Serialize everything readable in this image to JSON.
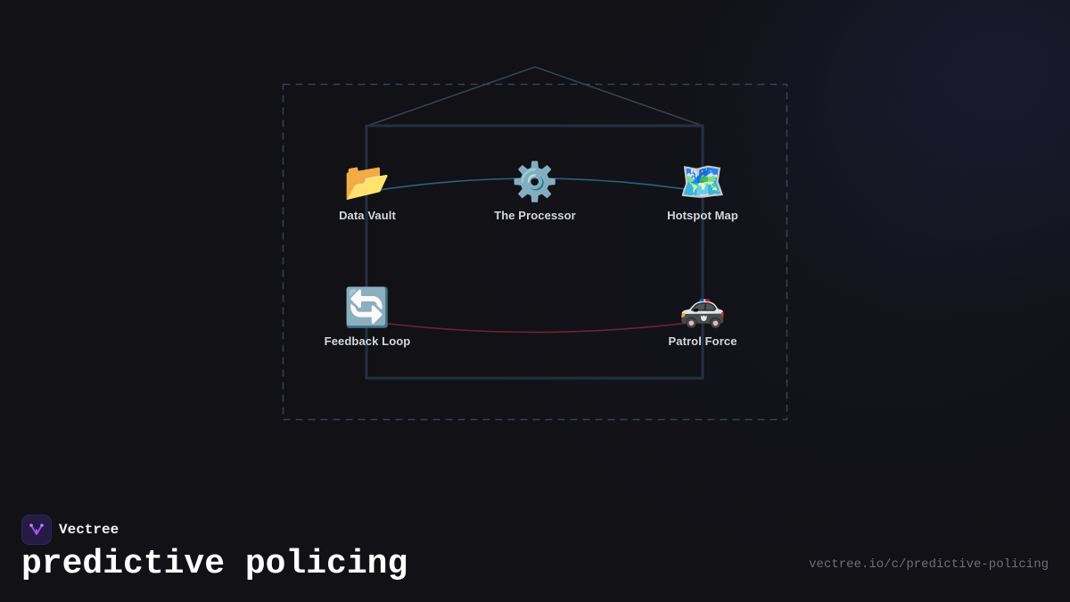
{
  "brand": {
    "name": "Vectree",
    "logo_icon": "vectree-branch-icon",
    "logo_color": "#a855f7"
  },
  "page": {
    "title": "predictive policing",
    "url": "vectree.io/c/predictive-policing"
  },
  "diagram": {
    "nodes": [
      {
        "id": "data-vault",
        "label": "Data Vault",
        "icon": "open-folder-icon",
        "emoji": "📂"
      },
      {
        "id": "processor",
        "label": "The Processor",
        "icon": "gear-icon",
        "emoji": "⚙️"
      },
      {
        "id": "hotspot-map",
        "label": "Hotspot Map",
        "icon": "world-map-icon",
        "emoji": "🗺️"
      },
      {
        "id": "feedback-loop",
        "label": "Feedback Loop",
        "icon": "counterclockwise-arrows-icon",
        "emoji": "🔄"
      },
      {
        "id": "patrol-force",
        "label": "Patrol Force",
        "icon": "police-car-icon",
        "emoji": "🚓"
      }
    ],
    "edges": [
      {
        "from": "data-vault",
        "via": "processor",
        "to": "hotspot-map",
        "color": "#2e5f7e"
      },
      {
        "from": "feedback-loop",
        "to": "patrol-force",
        "color": "#6e2436"
      }
    ],
    "colors": {
      "frame": "#253041",
      "dashed_border": "#364252",
      "roof": "#3a4454"
    }
  }
}
